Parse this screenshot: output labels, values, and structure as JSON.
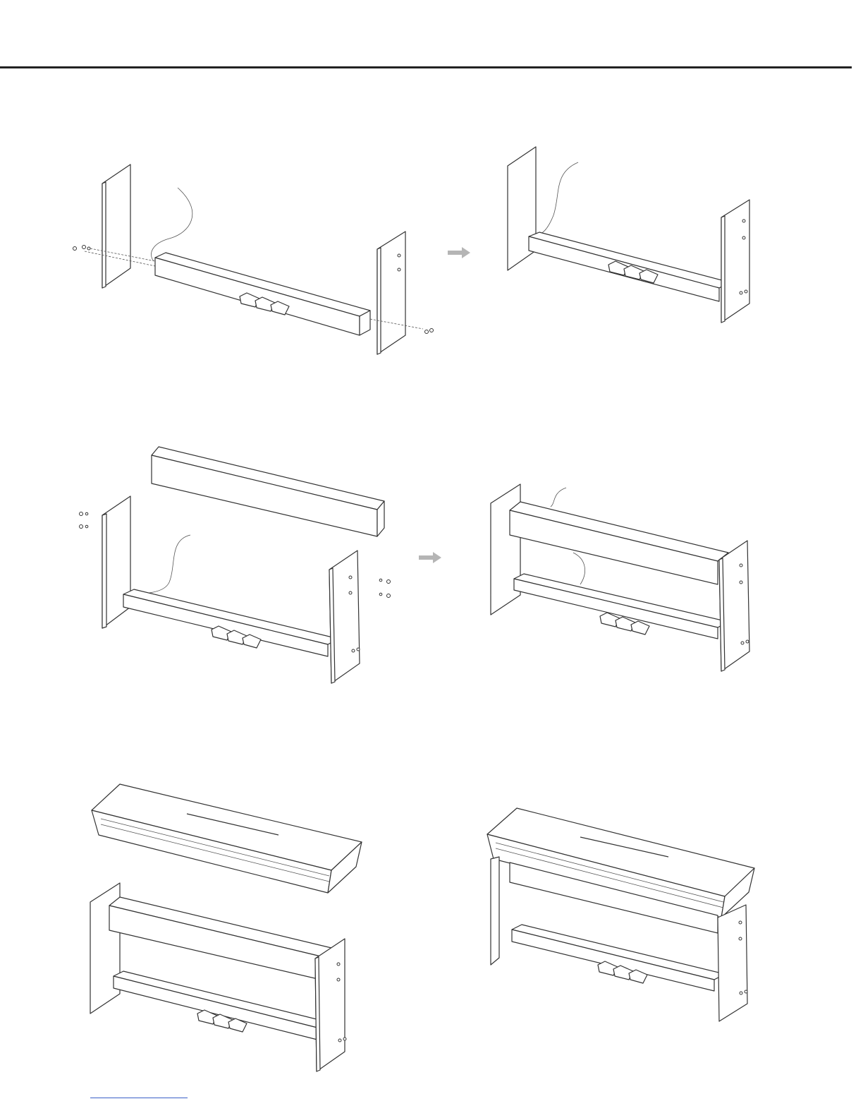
{
  "page": {
    "top_rule": true,
    "footer_link_underline_color": "#3a5fc8"
  },
  "steps": [
    {
      "id": "step-1",
      "description_visible": false
    },
    {
      "id": "step-2",
      "description_visible": false
    },
    {
      "id": "step-3",
      "description_visible": false
    }
  ],
  "icons": {
    "arrow": "right-arrow-icon",
    "arrow_color": "#b5b5b5"
  }
}
